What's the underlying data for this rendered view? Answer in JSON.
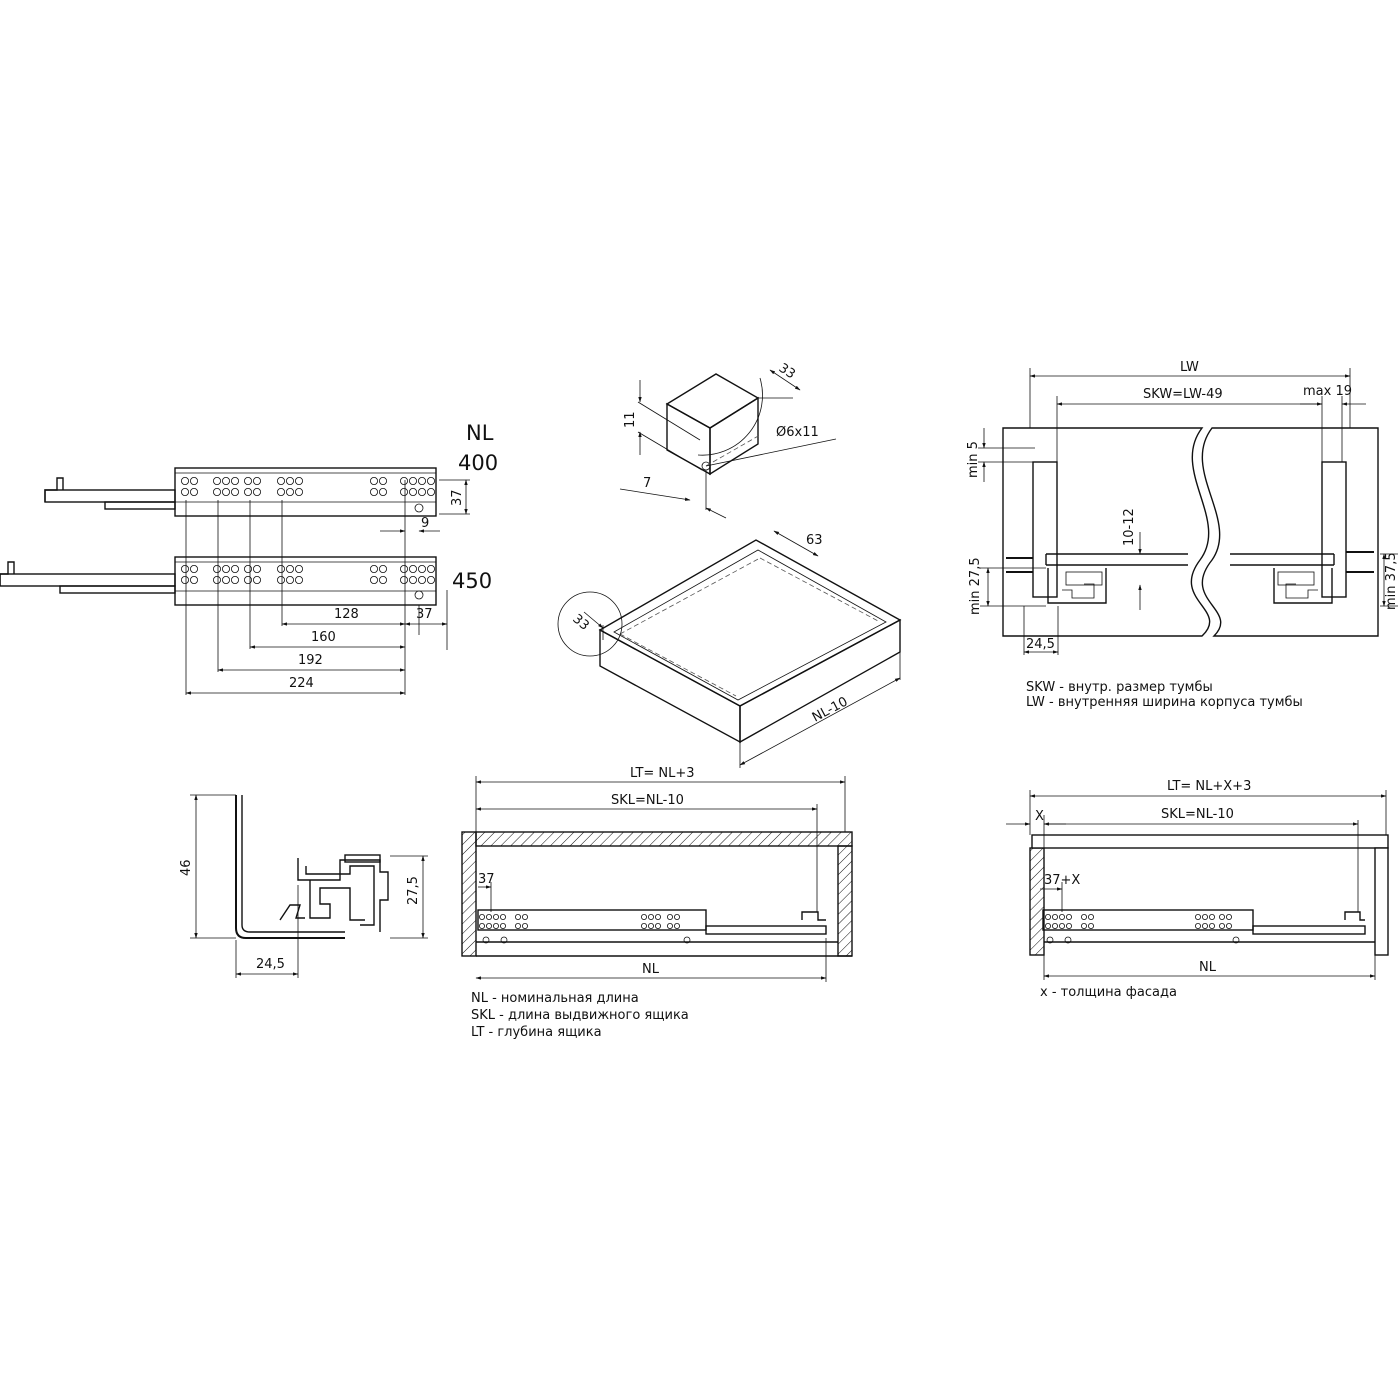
{
  "slides_view": {
    "nl_header": "NL",
    "sizes": [
      "400",
      "450"
    ],
    "dims": {
      "d37_right": "37",
      "d9": "9",
      "d128": "128",
      "d37_bottom": "37",
      "d160": "160",
      "d192": "192",
      "d224": "224"
    }
  },
  "bracket_detail": {
    "d33": "33",
    "d11": "11",
    "d6x11": "Ø6x11",
    "d7": "7"
  },
  "drawer_iso": {
    "d63": "63",
    "d33": "33",
    "nl10": "NL-10"
  },
  "cabinet_front": {
    "lw": "LW",
    "skw": "SKW=LW-49",
    "max19": "max 19",
    "min5": "min 5",
    "d10_12": "10-12",
    "min27_5": "min 27,5",
    "min37_5": "min 37,5",
    "d24_5": "24,5",
    "legend": [
      "SKW - внутр. размер тумбы",
      "LW - внутренняя ширина корпуса тумбы"
    ]
  },
  "profile_view": {
    "d46": "46",
    "d27_5": "27,5",
    "d24_5": "24,5"
  },
  "side_view_a": {
    "lt": "LT= NL+3",
    "skl": "SKL=NL-10",
    "d37": "37",
    "nl": "NL",
    "legend": [
      "NL - номинальная длина",
      "SKL - длина выдвижного ящика",
      "LT - глубина ящика"
    ]
  },
  "side_view_b": {
    "lt": "LT= NL+X+3",
    "x": "X",
    "skl": "SKL=NL-10",
    "d37x": "37+X",
    "nl": "NL",
    "legend": [
      "x - толщина фасада"
    ]
  }
}
